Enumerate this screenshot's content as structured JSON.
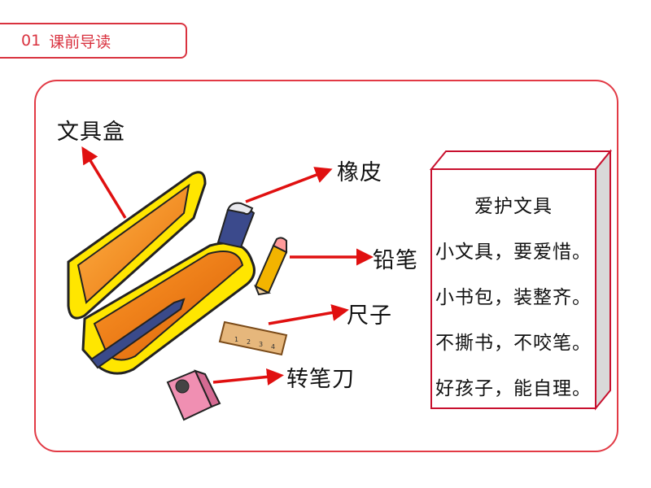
{
  "section": {
    "number": "01",
    "title": "课前导读"
  },
  "labels": {
    "pencil_case": "文具盒",
    "eraser": "橡皮",
    "pencil": "铅笔",
    "ruler": "尺子",
    "sharpener": "转笔刀"
  },
  "poem": {
    "title": "爱护文具",
    "lines": [
      "小文具，要爱惜。",
      "小书包，装整齐。",
      "不撕书，不咬笔。",
      "好孩子，能自理。"
    ]
  },
  "ruler_ticks": [
    "1",
    "2",
    "3",
    "4"
  ],
  "colors": {
    "accent": "#d9323f",
    "arrow": "#e01010",
    "case_orange": "#f39a1e",
    "case_yellow": "#ffe600"
  }
}
